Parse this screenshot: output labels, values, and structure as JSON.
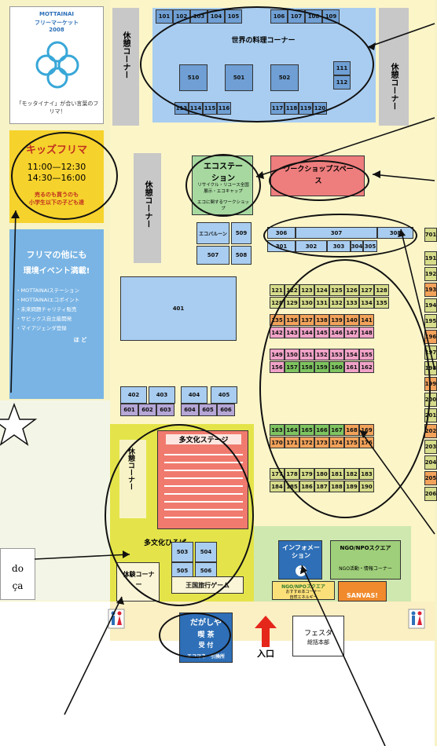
{
  "title_box": {
    "line1": "MOTTAINAI",
    "line2": "フリーマーケット",
    "line3": "2008",
    "caption": "「モッタイナイ」が合い言葉のフリマ！"
  },
  "kids": {
    "title": "キッズフリマ",
    "time1": "11:00—12:30",
    "time2": "14:30—16:00",
    "note1": "売るのも買うのも",
    "note2": "小学生以下の子ども達"
  },
  "events": {
    "title1": "フリマの他にも",
    "title2": "環境イベント満載!",
    "items": [
      "・MOTTAINAIステーション",
      "・MOTTAINAIエコポイント",
      "・未来問題チャリティ販売",
      "・サピックス自立能開発",
      "・マイアジェンダ登録"
    ],
    "etc": "ほ ど"
  },
  "rest_corner": "休憩コーナー",
  "world_food": "世界の料理コーナー",
  "eco_station": {
    "title": "エコステーション",
    "sub": "リサイクル・リユース全国展示・エコキャップ",
    "sub2": "エコに関するワークショップ"
  },
  "workshop": "ワークショップスペース",
  "eco_balloon": "エコバルーン",
  "stage": "多文化ステージ",
  "plaza": "多文化ひろば",
  "taiken": "体験コーナー",
  "game": "王国旅行ゲーム",
  "info": "インフォメーション",
  "ngo_square": {
    "title": "NGO/NPOスクエア",
    "sub": "NGO活動・情報コーナー"
  },
  "ngo_square2": {
    "title": "NGO/NPOスクエア",
    "sub1": "おすすめ本コーナー",
    "sub2": "自然エネルギー"
  },
  "sanva": "SANVAS!",
  "dagashi": {
    "l1": "だがしや",
    "l2": "喫 茶",
    "l3": "受 付",
    "l4": "エコマネー引換所"
  },
  "entrance": "入口",
  "fiesta": {
    "l1": "フェスタ",
    "l2": "総括本部"
  },
  "side_note": {
    "l1": "do",
    "l2": "ça"
  },
  "stalls": {
    "r1": [
      "101",
      "102",
      "103",
      "104",
      "105",
      "106",
      "107",
      "108",
      "109"
    ],
    "mid": [
      "510",
      "501",
      "502",
      "111",
      "112"
    ],
    "r2": [
      "113",
      "114",
      "115",
      "116",
      "117",
      "118",
      "119",
      "120"
    ],
    "r300a": [
      "306",
      "307",
      "308"
    ],
    "r300b": [
      "301",
      "302",
      "303",
      "304",
      "305"
    ],
    "r500": [
      "509",
      "507",
      "508"
    ],
    "s401": "401",
    "r400a": [
      "402",
      "403",
      "404",
      "405"
    ],
    "r600": [
      "601",
      "602",
      "603",
      "604",
      "605",
      "606"
    ],
    "g1": [
      "121",
      "122",
      "123",
      "124",
      "125",
      "126",
      "127",
      "128"
    ],
    "g2": [
      "128",
      "129",
      "130",
      "131",
      "132",
      "133",
      "134",
      "135"
    ],
    "g3": [
      "135",
      "136",
      "137",
      "138",
      "139",
      "140",
      "141"
    ],
    "g4": [
      "142",
      "143",
      "144",
      "145",
      "146",
      "147",
      "148"
    ],
    "g5": [
      "149",
      "150",
      "151",
      "152",
      "153",
      "154",
      "155"
    ],
    "g6": [
      "156",
      "157",
      "158",
      "159",
      "160",
      "161",
      "162"
    ],
    "g7": [
      "163",
      "164",
      "165",
      "166",
      "167",
      "168",
      "169"
    ],
    "g8": [
      "170",
      "171",
      "172",
      "173",
      "174",
      "175",
      "176"
    ],
    "g9": [
      "177",
      "178",
      "179",
      "180",
      "181",
      "182",
      "183"
    ],
    "g10": [
      "184",
      "185",
      "186",
      "187",
      "188",
      "189",
      "190"
    ],
    "r500b": [
      "503",
      "504",
      "505",
      "506"
    ],
    "right": [
      "701",
      "191",
      "192",
      "193",
      "194",
      "195",
      "196",
      "197",
      "198",
      "199",
      "200",
      "201",
      "202",
      "203",
      "204",
      "205",
      "206"
    ]
  }
}
